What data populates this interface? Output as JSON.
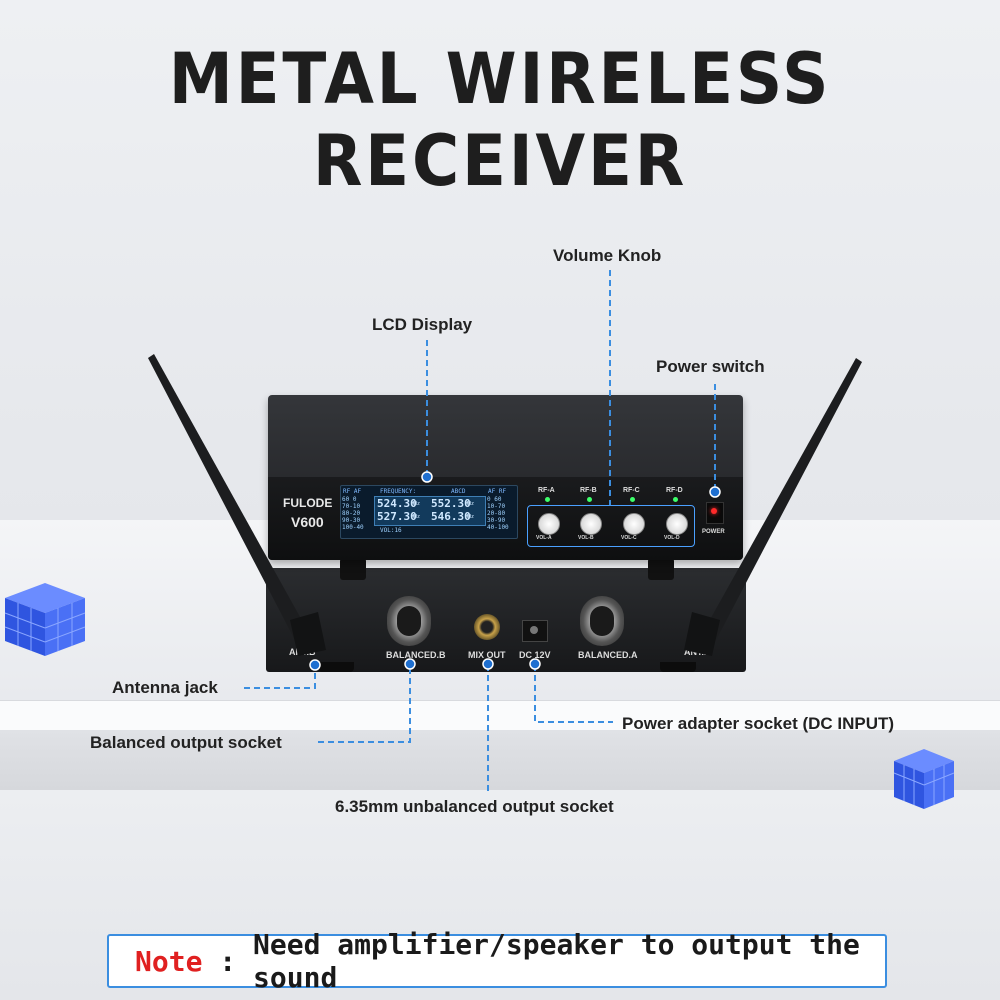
{
  "title": "METAL WIRELESS RECEIVER",
  "callouts": {
    "volume_knob": "Volume Knob",
    "lcd_display": "LCD Display",
    "power_switch": "Power switch",
    "antenna_jack": "Antenna jack",
    "balanced_output": "Balanced  output socket",
    "power_adapter": "Power adapter socket  (DC INPUT)",
    "unbalanced_output": "6.35mm unbalanced  output socket"
  },
  "device": {
    "brand": "FULODE",
    "model": "V600",
    "lcd": {
      "header_left": "RF  AF",
      "header_mid": "FREQUENCY:",
      "header_right": "ABCD",
      "freq_a": "524.30",
      "freq_b": "552.30",
      "freq_c": "527.30",
      "freq_d": "546.30",
      "unit": "MHz",
      "vol": "VOL:16",
      "scale_left": [
        "60  0",
        "70-10",
        "80-20",
        "90-30",
        "100-40"
      ],
      "scale_right": [
        "0  60",
        "10-70",
        "20-80",
        "30-90",
        "40-100"
      ],
      "rf_af_right": "AF  RF"
    },
    "rf_labels": [
      "RF-A",
      "RF-B",
      "RF-C",
      "RF-D"
    ],
    "vol_labels": [
      "VOL-A",
      "VOL-B",
      "VOL-C",
      "VOL-D"
    ],
    "power_label": "POWER",
    "rear_labels": {
      "ant_b": "ANT.B",
      "balanced_b": "BALANCED.B",
      "mix_out": "MIX OUT",
      "dc": "DC 12V",
      "balanced_a": "BALANCED.A",
      "ant_a": "ANT.A"
    }
  },
  "note": {
    "label": "Note",
    "sep": " : ",
    "text": "Need amplifier/speaker to output the sound"
  },
  "colors": {
    "accent": "#3b8ee0",
    "note_red": "#e02020",
    "lcd_blue": "#9fd2ff"
  }
}
